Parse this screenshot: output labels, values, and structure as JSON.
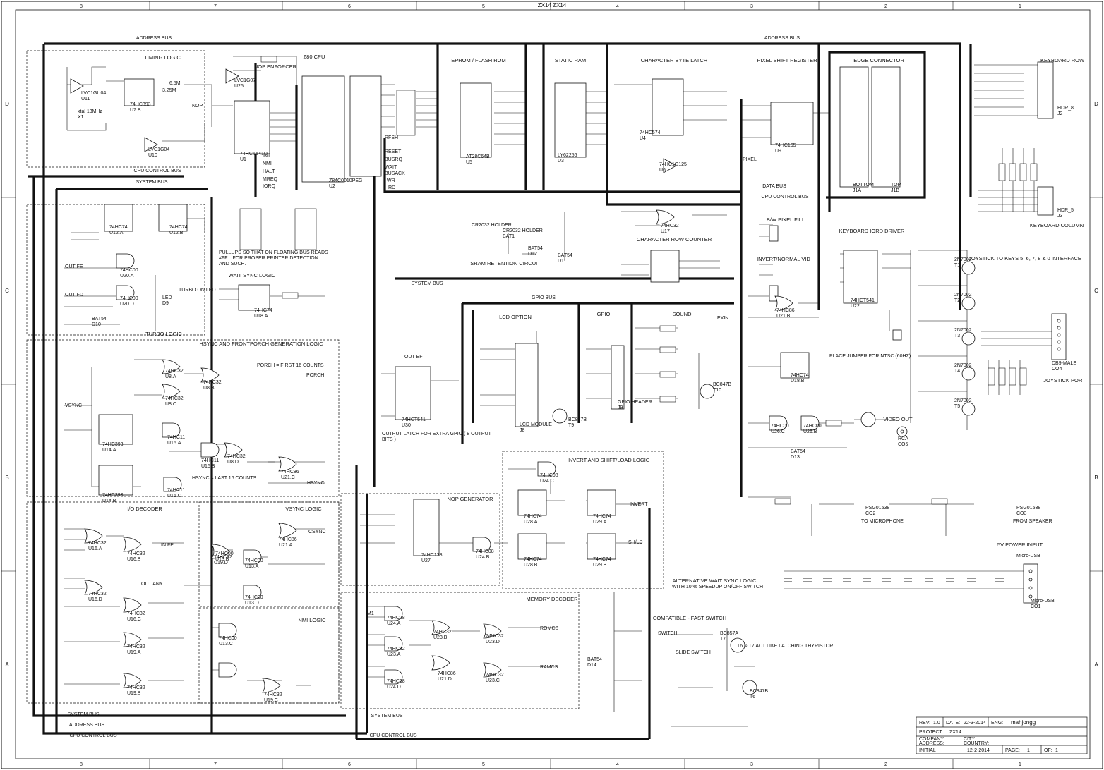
{
  "title": "ZX14 ZX14",
  "frame": {
    "columns": [
      "8",
      "7",
      "6",
      "5",
      "4",
      "3",
      "2",
      "1"
    ],
    "rows": [
      "D",
      "C",
      "B",
      "A"
    ]
  },
  "buses": {
    "address_left": "ADDRESS BUS",
    "address_right": "ADDRESS BUS",
    "system": "SYSTEM BUS",
    "cpu_control": "CPU CONTROL BUS",
    "data": "DATA BUS",
    "cpu_control_right": "CPU CONTROL BUS",
    "system_mid": "SYSTEM BUS",
    "gpio": "GPIO BUS",
    "system_bottom": "SYSTEM BUS",
    "address_bottom": "ADDRESS BUS",
    "cpu_control_bottom": "CPU CONTROL BUS",
    "system_bottom2": "SYSTEM BUS",
    "cpu_control_bottom2": "CPU CONTROL BUS"
  },
  "sections": [
    {
      "id": "timing",
      "title": "TIMING LOGIC"
    },
    {
      "id": "turbo",
      "title": "TURBO LOGIC"
    },
    {
      "id": "hsync",
      "title": "HSYNC AND FRONTPORCH GENERATION LOGIC"
    },
    {
      "id": "io",
      "title": "I/O DECODER"
    },
    {
      "id": "vsync",
      "title": "VSYNC LOGIC"
    },
    {
      "id": "nmi",
      "title": "NMI LOGIC"
    },
    {
      "id": "nopgen",
      "title": "NOP GENERATOR"
    },
    {
      "id": "memdec",
      "title": "MEMORY DECODER"
    },
    {
      "id": "invshift",
      "title": "INVERT AND SHIFT/LOAD LOGIC"
    },
    {
      "id": "cpu",
      "title": "Z80 CPU"
    },
    {
      "id": "nopenf",
      "title": "NOP ENFORCER"
    },
    {
      "id": "eprom",
      "title": "EPROM / FLASH ROM"
    },
    {
      "id": "sram",
      "title": "STATIC RAM"
    },
    {
      "id": "charlatch",
      "title": "CHARACTER BYTE LATCH"
    },
    {
      "id": "pixshift",
      "title": "PIXEL SHIFT REGISTER"
    },
    {
      "id": "edge",
      "title": "EDGE CONNECTOR"
    },
    {
      "id": "kbrow",
      "title": "KEYBOARD ROW"
    },
    {
      "id": "kbcol",
      "title": "KEYBOARD COLUMN"
    },
    {
      "id": "kbdriver",
      "title": "KEYBOARD IORD DRIVER"
    },
    {
      "id": "joyif",
      "title": "JOYSTICK TO KEYS 5, 6, 7, 8 & 0 INTERFACE"
    },
    {
      "id": "joyport",
      "title": "JOYSTICK PORT"
    },
    {
      "id": "lcd",
      "title": "LCD OPTION"
    },
    {
      "id": "gpio",
      "title": "GPIO"
    },
    {
      "id": "sound",
      "title": "SOUND"
    },
    {
      "id": "bwfill",
      "title": "B/W PIXEL FILL"
    },
    {
      "id": "invvid",
      "title": "INVERT/NORMAL VID"
    },
    {
      "id": "charrow",
      "title": "CHARACTER ROW COUNTER"
    },
    {
      "id": "retention",
      "title": "SRAM RETENTION CIRCUIT"
    },
    {
      "id": "waitsync",
      "title": "WAIT SYNC LOGIC"
    },
    {
      "id": "power",
      "title": "5V POWER INPUT"
    },
    {
      "id": "videoout",
      "title": "VIDEO OUT"
    },
    {
      "id": "altwait",
      "title": "ALTERNATIVE WAIT SYNC LOGIC"
    },
    {
      "id": "compat",
      "title": "COMPATIBLE - FAST SWITCH"
    }
  ],
  "notes": {
    "pullups": "PULLUPS SO THAT ON FLOATING BUS READS #FF... FOR PROPER PRINTER DETECTION AND SUCH.",
    "porch": "PORCH = FIRST 16 COUNTS",
    "hsync": "HSYNC = LAST 16 COUNTS",
    "output_latch": "OUTPUT LATCH FOR EXTRA GPIO ( 8 OUTPUT BITS )",
    "ntsc": "PLACE JUMPER FOR NTSC (60HZ)",
    "altwait_sub": "WITH 10 % SPEEDUP ON/OFF SWITCH",
    "thyristor": "T6 & T7 ACT LIKE LATCHING THYRISTOR",
    "slide": "SLIDE SWITCH",
    "to_mic": "TO MICROPHONE",
    "from_speaker": "FROM SPEAKER",
    "turbo_led": "TURBO ON LED",
    "cr2032": "CR2032 HOLDER",
    "micro_usb": "Micro-USB"
  },
  "components": [
    {
      "ref": "U11",
      "part": "LVC1GU04"
    },
    {
      "ref": "U7.B",
      "part": "74HC393"
    },
    {
      "ref": "U10",
      "part": "LVC1G04"
    },
    {
      "ref": "U25",
      "part": "LVC1G07"
    },
    {
      "ref": "U1",
      "part": "74HCT541D"
    },
    {
      "ref": "U2",
      "part": "Z84C0010PEG"
    },
    {
      "ref": "U5",
      "part": "AT28C64B"
    },
    {
      "ref": "U3",
      "part": "LY62256"
    },
    {
      "ref": "U4",
      "part": "74HC574"
    },
    {
      "ref": "U6",
      "part": "74HC1G125"
    },
    {
      "ref": "U9",
      "part": "74HC165"
    },
    {
      "ref": "U17",
      "part": "74HC32"
    },
    {
      "ref": "U12.A",
      "part": "74HC74"
    },
    {
      "ref": "U12.B",
      "part": "74HC74"
    },
    {
      "ref": "U20.A",
      "part": "74HC00"
    },
    {
      "ref": "U20.D",
      "part": "74HC00"
    },
    {
      "ref": "U18.A",
      "part": "74HC74"
    },
    {
      "ref": "U8.A",
      "part": "74HC32"
    },
    {
      "ref": "U8.B",
      "part": "74HC32"
    },
    {
      "ref": "U8.C",
      "part": "74HC32"
    },
    {
      "ref": "U8.D",
      "part": "74HC32"
    },
    {
      "ref": "U14.A",
      "part": "74HC393"
    },
    {
      "ref": "U14.B",
      "part": "74HC393"
    },
    {
      "ref": "U15.A",
      "part": "74HC11"
    },
    {
      "ref": "U15.B",
      "part": "74HC11"
    },
    {
      "ref": "U15.C",
      "part": "74HC11"
    },
    {
      "ref": "U21.C",
      "part": "74HC86"
    },
    {
      "ref": "U21.A",
      "part": "74HC86"
    },
    {
      "ref": "U30",
      "part": "74HCT541"
    },
    {
      "ref": "U27",
      "part": "74HC138"
    },
    {
      "ref": "U24.B",
      "part": "74HC08"
    },
    {
      "ref": "U24.C",
      "part": "74HC08"
    },
    {
      "ref": "U28.A",
      "part": "74HC74"
    },
    {
      "ref": "U28.B",
      "part": "74HC74"
    },
    {
      "ref": "U29.A",
      "part": "74HC74"
    },
    {
      "ref": "U29.B",
      "part": "74HC74"
    },
    {
      "ref": "U22",
      "part": "74HCT541"
    },
    {
      "ref": "U21.B",
      "part": "74HC86"
    },
    {
      "ref": "U18.B",
      "part": "74HC74"
    },
    {
      "ref": "U26.C",
      "part": "74HC00"
    },
    {
      "ref": "U26.B",
      "part": "74HC00"
    },
    {
      "ref": "U16.A",
      "part": "74HC32"
    },
    {
      "ref": "U16.B",
      "part": "74HC32"
    },
    {
      "ref": "U16.C",
      "part": "74HC32"
    },
    {
      "ref": "U16.D",
      "part": "74HC32"
    },
    {
      "ref": "U19.A",
      "part": "74HC32"
    },
    {
      "ref": "U19.B",
      "part": "74HC32"
    },
    {
      "ref": "U19.C",
      "part": "74HC32"
    },
    {
      "ref": "U19.D",
      "part": "74HC32"
    },
    {
      "ref": "U13.A",
      "part": "74HC00"
    },
    {
      "ref": "U13.B",
      "part": "74HC00"
    },
    {
      "ref": "U13.C",
      "part": "74HC00"
    },
    {
      "ref": "U13.D",
      "part": "74HC00"
    },
    {
      "ref": "U24.A",
      "part": "74HC08"
    },
    {
      "ref": "U24.D",
      "part": "74HC08"
    },
    {
      "ref": "U23.A",
      "part": "74HC32"
    },
    {
      "ref": "U23.B",
      "part": "74HC32"
    },
    {
      "ref": "U23.C",
      "part": "74HC32"
    },
    {
      "ref": "U23.D",
      "part": "74HC32"
    },
    {
      "ref": "U21.D",
      "part": "74HC86"
    },
    {
      "ref": "J1A",
      "part": "BOTTOM"
    },
    {
      "ref": "J1B",
      "part": "TOP"
    },
    {
      "ref": "J2",
      "part": "HDR_8"
    },
    {
      "ref": "J3",
      "part": "HDR_5"
    },
    {
      "ref": "J8",
      "part": "LCD MODULE"
    },
    {
      "ref": "J9",
      "part": "GPIO HEADER"
    },
    {
      "ref": "CO4",
      "part": "DB9-MALE"
    },
    {
      "ref": "CO5",
      "part": "RCA"
    },
    {
      "ref": "CO2",
      "part": "PSG01538"
    },
    {
      "ref": "CO3",
      "part": "PSG01538"
    },
    {
      "ref": "CO1",
      "part": "Micro-USB"
    },
    {
      "ref": "T1",
      "part": "2N7002"
    },
    {
      "ref": "T2",
      "part": "2N7002"
    },
    {
      "ref": "T3",
      "part": "2N7002"
    },
    {
      "ref": "T4",
      "part": "2N7002"
    },
    {
      "ref": "T5",
      "part": "2N7002"
    },
    {
      "ref": "T6",
      "part": "BC847B"
    },
    {
      "ref": "T7",
      "part": "BC857A"
    },
    {
      "ref": "T9",
      "part": "BC847B"
    },
    {
      "ref": "T10",
      "part": "BC847B"
    },
    {
      "ref": "X1",
      "part": "xtal 13MHz"
    },
    {
      "ref": "BAT1",
      "part": "CR2032 HOLDER"
    },
    {
      "ref": "D12",
      "part": "BAT54"
    },
    {
      "ref": "D11",
      "part": "BAT54"
    },
    {
      "ref": "D9",
      "part": "LED"
    },
    {
      "ref": "D10",
      "part": "BAT54"
    },
    {
      "ref": "D13",
      "part": "BAT54"
    },
    {
      "ref": "D14",
      "part": "BAT54"
    }
  ],
  "signals": [
    "INT",
    "NMI",
    "HALT",
    "MREQ",
    "IORQ",
    "RFSH",
    "RESET",
    "BUSRQ",
    "WAIT",
    "BUSACK",
    "WR",
    "RD",
    "M1",
    "ROMCS",
    "RAMCS",
    "IN FE",
    "OUT FE",
    "OUT FD",
    "OUT ANY",
    "OUT EF",
    "HSYNC",
    "VSYNC",
    "CSYNC",
    "PORCH",
    "INVERT",
    "SH/LD",
    "PIXEL",
    "EXIN",
    "6.5M",
    "3.25M",
    "NOP",
    "SWITCH"
  ],
  "title_block": {
    "rev_label": "REV:",
    "rev": "1.0",
    "date_label": "DATE:",
    "date": "22-3-2014",
    "eng_label": "ENG:",
    "eng": "mahjongg",
    "project_label": "PROJECT:",
    "project": "ZX14",
    "company_label": "COMPANY:",
    "address_label": "ADDRESS:",
    "city_label": "CITY",
    "country_label": "COUNTRY:",
    "initial_label": "INITIAL",
    "initial": "12-2-2014",
    "page_label": "PAGE:",
    "page": "1",
    "of_label": "OF:",
    "of": "1"
  },
  "colors": {
    "ink": "#111111",
    "paper": "#ffffff"
  }
}
